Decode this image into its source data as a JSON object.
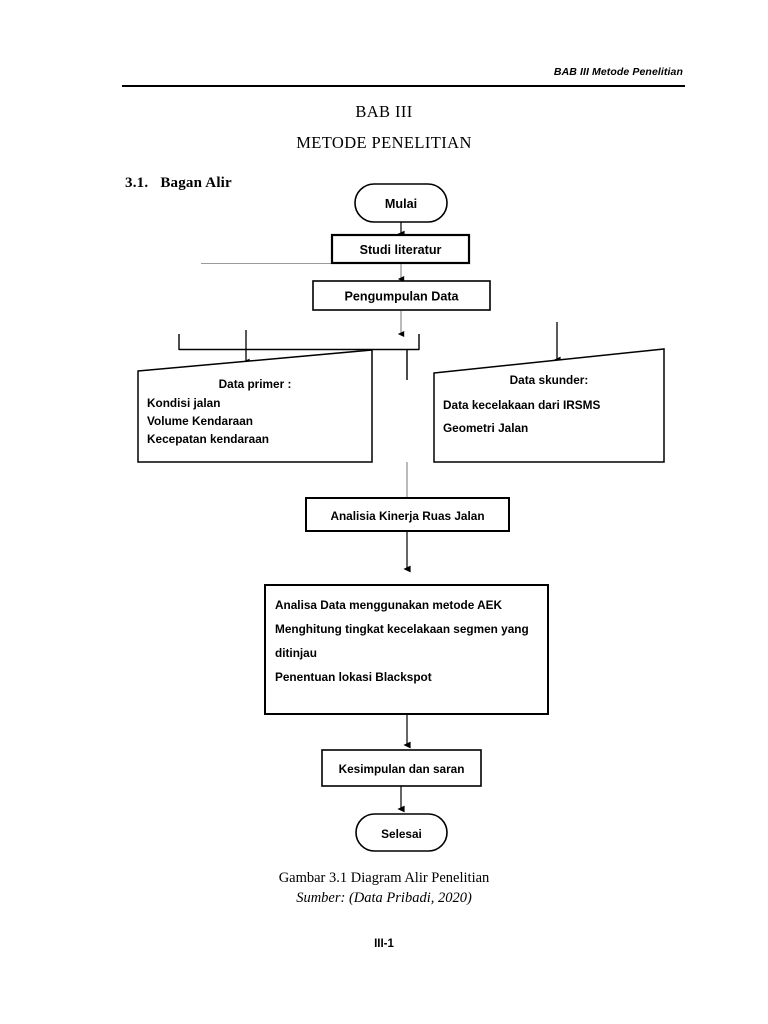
{
  "document": {
    "running_header": "BAB III Metode Penelitian",
    "chapter_number": "BAB III",
    "chapter_title": "METODE PENELITIAN",
    "section": {
      "number": "3.1.",
      "title": "Bagan Alir"
    },
    "caption_line1": "Gambar 3.1 Diagram Alir Penelitian",
    "caption_line2": "Sumber: (Data Pribadi, 2020)",
    "page_number": "III-1",
    "text_color": "#000000",
    "background_color": "#ffffff"
  },
  "flowchart": {
    "nodes": {
      "start": "Mulai",
      "studi_literatur": "Studi literatur",
      "pengumpulan_data": "Pengumpulan Data",
      "data_primer_title": "Data primer :",
      "data_primer_items": [
        "Kondisi jalan",
        "Volume Kendaraan",
        "Kecepatan kendaraan"
      ],
      "data_skunder_title": "Data skunder:",
      "data_skunder_items": [
        "Data kecelakaan dari IRSMS",
        "Geometri Jalan"
      ],
      "analisa_kinerja": "Analisia Kinerja Ruas Jalan",
      "analisa_data_lines": [
        "Analisa Data menggunakan metode AEK",
        "Menghitung tingkat kecelakaan segmen yang",
        "ditinjau",
        "Penentuan lokasi Blackspot"
      ],
      "kesimpulan": "Kesimpulan dan saran",
      "end": "Selesai"
    }
  }
}
